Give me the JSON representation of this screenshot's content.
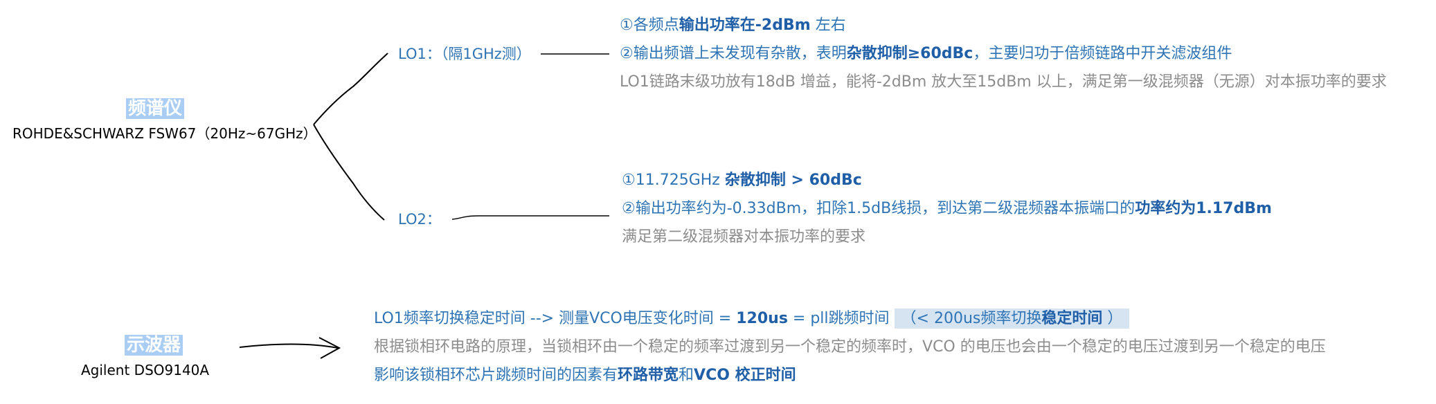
{
  "instruments": {
    "spectrum_analyzer": {
      "title": "频谱仪",
      "model": "ROHDE&SCHWARZ FSW67（20Hz~67GHz）"
    },
    "oscilloscope": {
      "title": "示波器",
      "model": "Agilent DSO9140A"
    }
  },
  "lo1": {
    "label": "LO1：（隔1GHz测）",
    "line1": {
      "a": "①各频点",
      "b": "输出功率在",
      "c": "-2dBm",
      "d": " 左右"
    },
    "line2": {
      "a": "②输出频谱上未发现有杂散，表明",
      "b": "杂散抑制≥60dBc",
      "c": "，主要归功于倍频链路中开关滤波组件"
    },
    "line3": "LO1链路末级功放有18dB 增益，能将-2dBm 放大至15dBm 以上，满足第一级混频器（无源）对本振功率的要求"
  },
  "lo2": {
    "label": "LO2：",
    "line1": {
      "a": "①11.725GHz ",
      "b": "杂散抑制 > 60dBc"
    },
    "line2": {
      "a": "②输出功率约为-0.33dBm，扣除1.5dB线损，到达第二级混频器本振端口的",
      "b": "功率约为1.17dBm"
    },
    "line3": "满足第二级混频器对本振功率的要求"
  },
  "scope": {
    "line1": {
      "a": "LO1频率切换稳定时间 --> 测量VCO电压变化时间 = ",
      "b": "120us",
      "c": " = pll跳频时间 ",
      "d": "（< 200us频率切换",
      "e": "稳定时间",
      "f": " ）"
    },
    "line2": "根据锁相环电路的原理，当锁相环由一个稳定的频率过渡到另一个稳定的频率时，VCO 的电压也会由一个稳定的电压过渡到另一个稳定的电压",
    "line3": {
      "a": "影响该锁相环芯片跳频时间的因素有",
      "b": "环路带宽",
      "c": "和",
      "d": "VCO 校正时间"
    }
  },
  "colors": {
    "accent_blue": "#2e74b5",
    "gray_text": "#8c8c8c",
    "title_highlight": "#a9cdf3",
    "note_highlight": "#d6e4f2"
  }
}
